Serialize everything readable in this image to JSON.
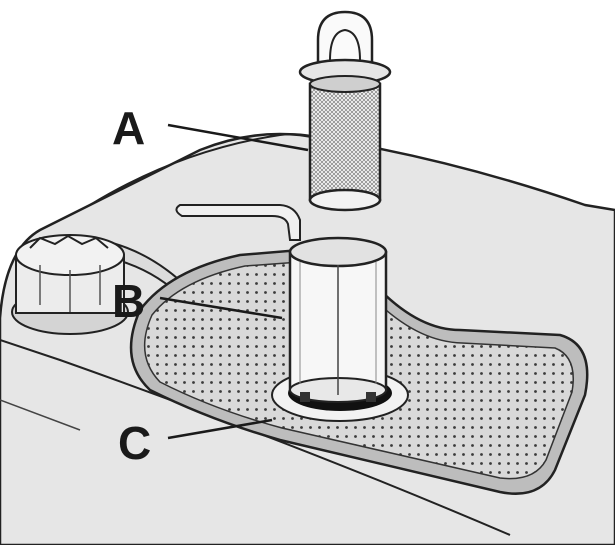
{
  "callouts": {
    "a": "A",
    "b": "B",
    "c": "C"
  },
  "colors": {
    "ink": "#1a1a1a",
    "surface": "#e4e4e4",
    "mesh": "#d6d6d6"
  }
}
